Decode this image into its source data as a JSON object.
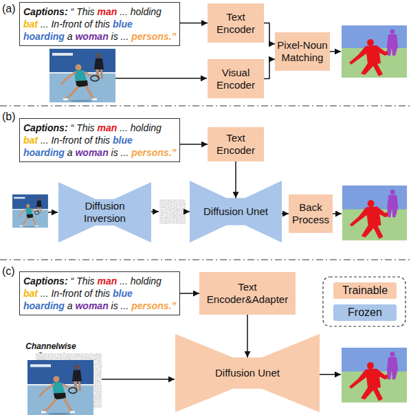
{
  "diagram": {
    "nodes": [
      {
        "text": [
          "Captions:",
          "“ This man ... holding bat ... In-front of this blue hoarding a woman is ... persons.”"
        ]
      },
      {
        "text": [
          "Text Encoder"
        ]
      },
      {
        "text": [
          "Visual Encoder"
        ]
      },
      {
        "text": [
          "Pixel-Noun Matching"
        ]
      },
      {
        "text": [
          "Captions:",
          "“ This man ... holding bat ... In-front of this blue hoarding a woman is ... persons.”"
        ]
      },
      {
        "text": [
          "Text Encoder"
        ]
      },
      {
        "text": [
          "Diffusion Inversion"
        ]
      },
      {
        "text": [
          "Diffusion Unet"
        ]
      },
      {
        "text": [
          "Back Process"
        ]
      },
      {
        "text": [
          "Captions:",
          "“ This man ... holding bat ... In-front of this blue hoarding a woman is ... persons.”"
        ]
      },
      {
        "text": [
          "Text Encoder&Adapter"
        ]
      },
      {
        "text": [
          "Diffusion Unet"
        ]
      }
    ],
    "edges": [
      {
        "from": 0,
        "to": 1,
        "arrow": "to"
      },
      {
        "from": 1,
        "to": 3,
        "arrow": "to"
      },
      {
        "from": 2,
        "to": 3,
        "arrow": "to"
      },
      {
        "from": 4,
        "to": 5,
        "arrow": "to"
      },
      {
        "from": 5,
        "to": 7,
        "arrow": "to"
      },
      {
        "from": 7,
        "to": 8,
        "arrow": "to"
      },
      {
        "from": 9,
        "to": 10,
        "arrow": "to"
      },
      {
        "from": 10,
        "to": 11,
        "arrow": "to"
      }
    ],
    "labels": [
      "(a)",
      "(b)",
      "(c)",
      "Channelwise Concat"
    ],
    "legend": [
      {
        "text": "Trainable",
        "color": "#f8cbad"
      },
      {
        "text": "Frozen",
        "color": "#a9c5e9"
      }
    ]
  }
}
